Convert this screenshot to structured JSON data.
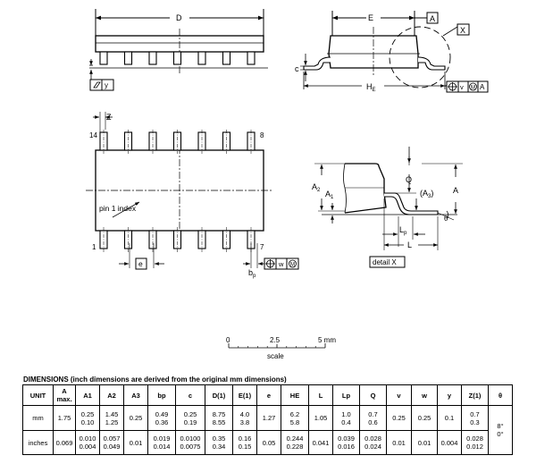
{
  "drawing": {
    "top_view": {
      "dim_D": "D",
      "flatness_label": "y",
      "dim_e": "e",
      "dim_bp": "b",
      "dim_bp_sub": "p",
      "gdt_w": "w",
      "gdt_mod": "M",
      "pin1_label": "pin 1 index",
      "pin_1": "1",
      "pin_7": "7",
      "pin_8": "8",
      "pin_14": "14",
      "dim_Z": "Z"
    },
    "side_view": {
      "dim_E": "E",
      "datum_A": "A",
      "detail_ref": "X",
      "dim_c": "c",
      "dim_HE": "H",
      "dim_HE_sub": "E",
      "gdt_v": "v",
      "gdt_mod": "M",
      "gdt_datum": "A"
    },
    "detail_view": {
      "dim_A2": "A",
      "dim_A2_sub": "2",
      "dim_A1": "A",
      "dim_A1_sub": "1",
      "dim_A": "A",
      "dim_Q": "Q",
      "dim_A3": "(A",
      "dim_A3_sub": "3",
      "dim_A3_close": ")",
      "dim_Lp": "L",
      "dim_Lp_sub": "p",
      "dim_L": "L",
      "theta": "θ",
      "label": "detail X"
    },
    "scale_bar": {
      "tick_0": "0",
      "tick_mid": "2.5",
      "tick_end": "5 mm",
      "label": "scale"
    }
  },
  "dimensions": {
    "title": "DIMENSIONS (inch dimensions are derived from the original mm dimensions)",
    "headers": [
      "UNIT",
      "A max.",
      "A1",
      "A2",
      "A3",
      "bp",
      "c",
      "D(1)",
      "E(1)",
      "e",
      "HE",
      "L",
      "Lp",
      "Q",
      "v",
      "w",
      "y",
      "Z(1)",
      "θ"
    ],
    "rows": [
      {
        "unit": "mm",
        "cells": [
          "1.75",
          [
            "0.25",
            "0.10"
          ],
          [
            "1.45",
            "1.25"
          ],
          "0.25",
          [
            "0.49",
            "0.36"
          ],
          [
            "0.25",
            "0.19"
          ],
          [
            "8.75",
            "8.55"
          ],
          [
            "4.0",
            "3.8"
          ],
          "1.27",
          [
            "6.2",
            "5.8"
          ],
          "1.05",
          [
            "1.0",
            "0.4"
          ],
          [
            "0.7",
            "0.6"
          ],
          "0.25",
          "0.25",
          "0.1",
          [
            "0.7",
            "0.3"
          ]
        ]
      },
      {
        "unit": "inches",
        "cells": [
          "0.069",
          [
            "0.010",
            "0.004"
          ],
          [
            "0.057",
            "0.049"
          ],
          "0.01",
          [
            "0.019",
            "0.014"
          ],
          [
            "0.0100",
            "0.0075"
          ],
          [
            "0.35",
            "0.34"
          ],
          [
            "0.16",
            "0.15"
          ],
          "0.05",
          [
            "0.244",
            "0.228"
          ],
          "0.041",
          [
            "0.039",
            "0.016"
          ],
          [
            "0.028",
            "0.024"
          ],
          "0.01",
          "0.01",
          "0.004",
          [
            "0.028",
            "0.012"
          ]
        ]
      }
    ],
    "theta_value": [
      "8°",
      "0°"
    ]
  }
}
